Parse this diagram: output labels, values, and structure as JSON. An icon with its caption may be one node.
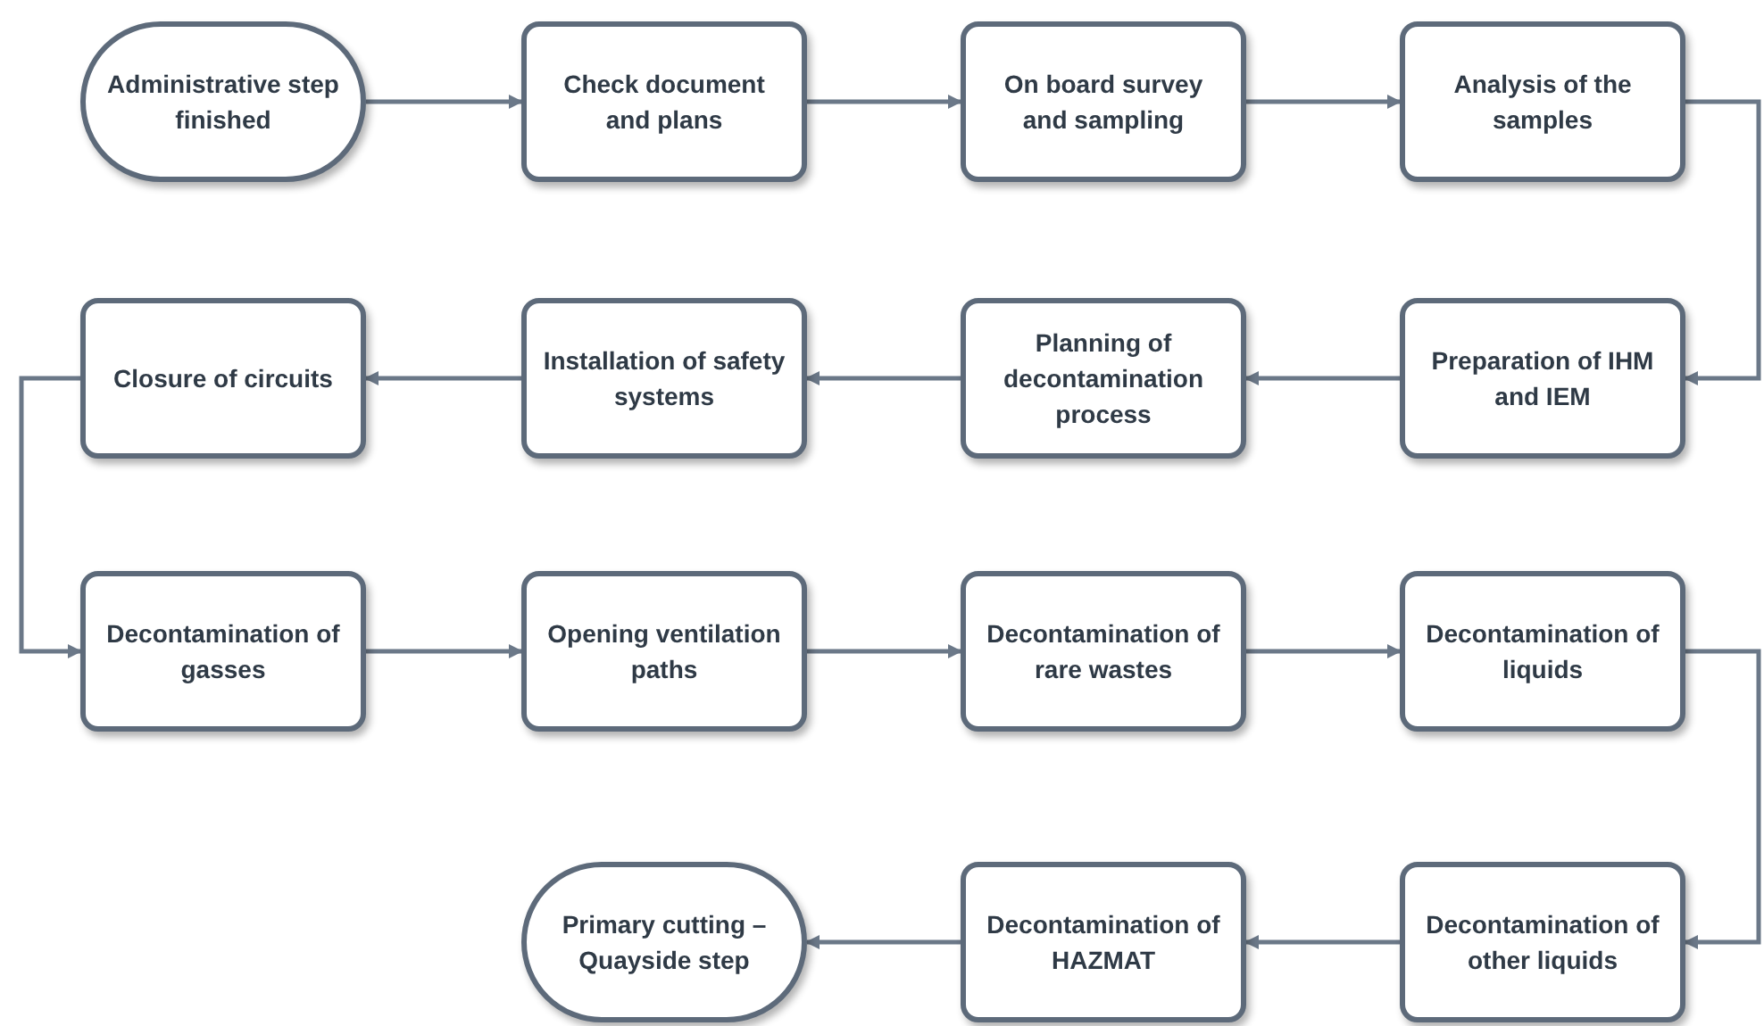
{
  "diagram": {
    "nodes": [
      {
        "text": [
          "Administrative step finished"
        ]
      },
      {
        "text": [
          "Check document and plans"
        ]
      },
      {
        "text": [
          "On board survey and sampling"
        ]
      },
      {
        "text": [
          "Analysis of the samples"
        ]
      },
      {
        "text": [
          "Preparation of IHM and IEM"
        ]
      },
      {
        "text": [
          "Planning of decontamination process"
        ]
      },
      {
        "text": [
          "Installation of safety systems"
        ]
      },
      {
        "text": [
          "Closure of circuits"
        ]
      },
      {
        "text": [
          "Decontamination of gasses"
        ]
      },
      {
        "text": [
          "Opening ventilation paths"
        ]
      },
      {
        "text": [
          "Decontamination of rare wastes"
        ]
      },
      {
        "text": [
          "Decontamination of liquids"
        ]
      },
      {
        "text": [
          "Decontamination of other liquids"
        ]
      },
      {
        "text": [
          "Decontamination of HAZMAT"
        ]
      },
      {
        "text": [
          "Primary cutting – Quayside step"
        ]
      }
    ],
    "edges": [
      {
        "from": 0,
        "to": 1,
        "arrow": "to"
      },
      {
        "from": 1,
        "to": 2,
        "arrow": "to"
      },
      {
        "from": 2,
        "to": 3,
        "arrow": "to"
      },
      {
        "from": 3,
        "to": 4,
        "arrow": "to"
      },
      {
        "from": 4,
        "to": 5,
        "arrow": "to"
      },
      {
        "from": 5,
        "to": 6,
        "arrow": "to"
      },
      {
        "from": 6,
        "to": 7,
        "arrow": "to"
      },
      {
        "from": 7,
        "to": 8,
        "arrow": "to"
      },
      {
        "from": 8,
        "to": 9,
        "arrow": "to"
      },
      {
        "from": 9,
        "to": 10,
        "arrow": "to"
      },
      {
        "from": 10,
        "to": 11,
        "arrow": "to"
      },
      {
        "from": 11,
        "to": 12,
        "arrow": "to"
      },
      {
        "from": 12,
        "to": 13,
        "arrow": "to"
      },
      {
        "from": 13,
        "to": 14,
        "arrow": "to"
      }
    ]
  }
}
